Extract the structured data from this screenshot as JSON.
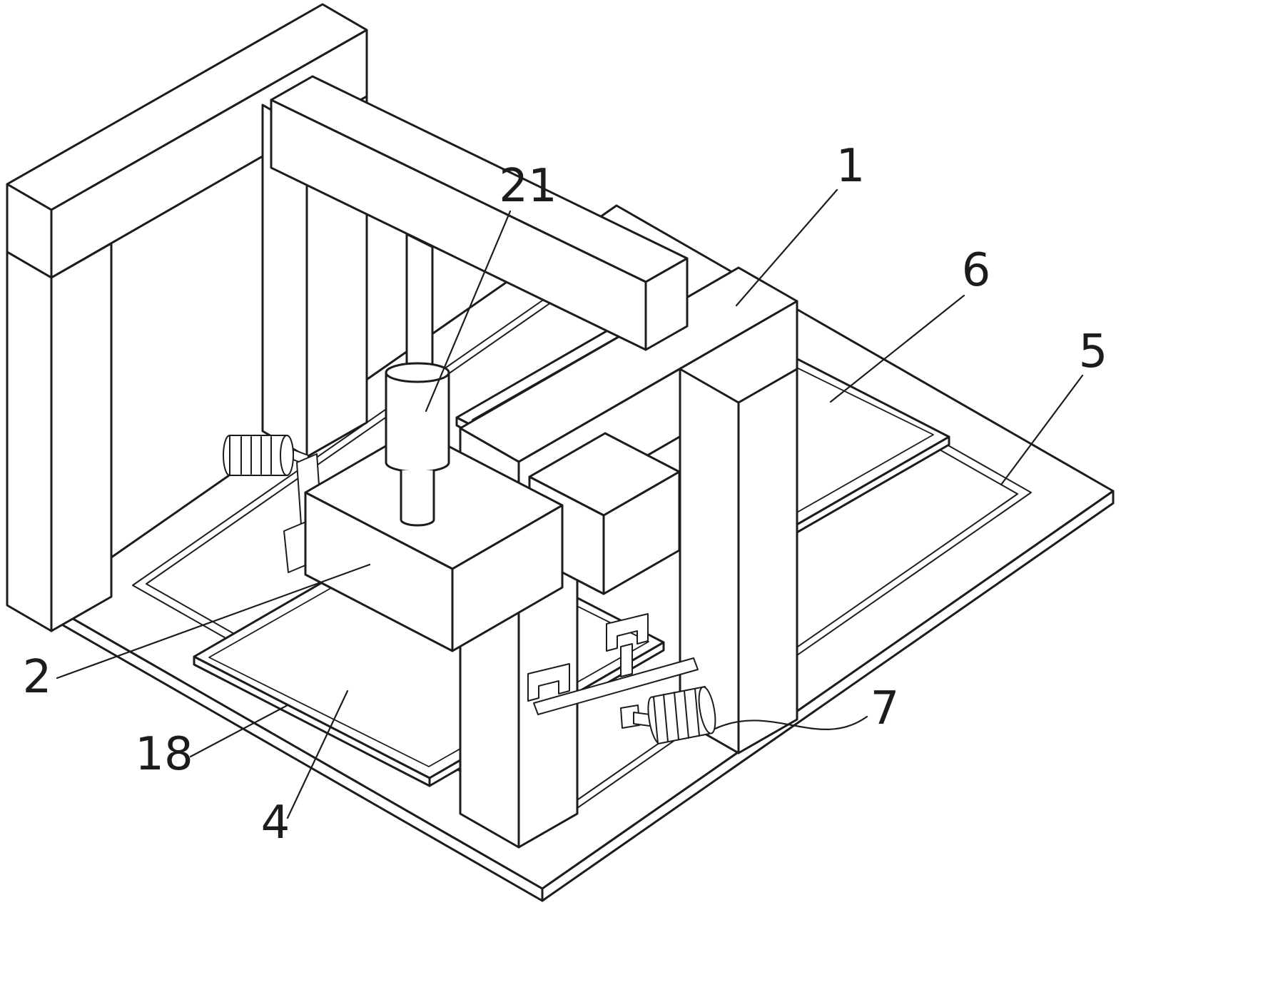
{
  "drawing": {
    "background": "#ffffff",
    "stroke": "#1c1c1c"
  },
  "labels": [
    {
      "text": "21"
    },
    {
      "text": "1"
    },
    {
      "text": "6"
    },
    {
      "text": "5"
    },
    {
      "text": "2"
    },
    {
      "text": "18"
    },
    {
      "text": "4"
    },
    {
      "text": "7"
    }
  ]
}
